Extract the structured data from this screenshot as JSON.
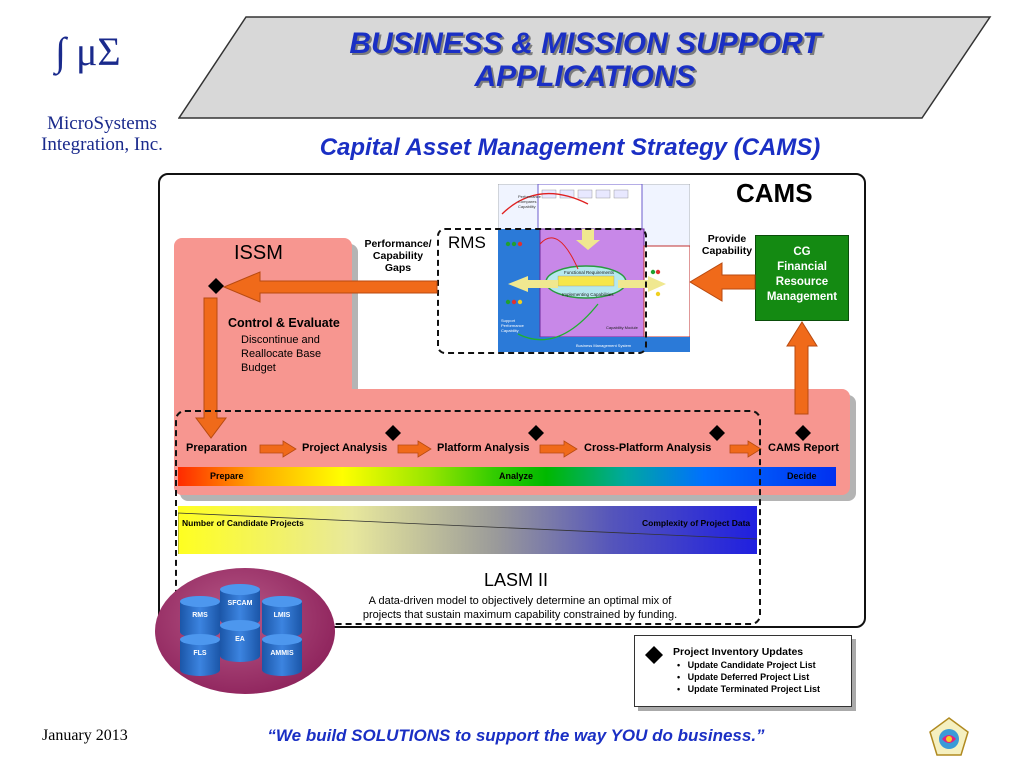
{
  "logo": {
    "symbols": "∫ μΣ",
    "company_line1": "MicroSystems",
    "company_line2": "Integration, Inc."
  },
  "header": {
    "title_line1": "BUSINESS & MISSION SUPPORT",
    "title_line2": "APPLICATIONS",
    "subtitle": "Capital Asset Management Strategy (CAMS)"
  },
  "diagram": {
    "cams_label": "CAMS",
    "issm": {
      "label": "ISSM",
      "control_title": "Control & Evaluate",
      "control_text": [
        "Discontinue and",
        "Reallocate Base",
        "Budget"
      ]
    },
    "gaps_label": [
      "Performance/",
      "Capability",
      "Gaps"
    ],
    "rms_label": "RMS",
    "provide_label": [
      "Provide",
      "Capability"
    ],
    "cg_box": [
      "CG",
      "Financial",
      "Resource",
      "Management"
    ],
    "steps": [
      "Preparation",
      "Project Analysis",
      "Platform Analysis",
      "Cross-Platform Analysis",
      "CAMS Report"
    ],
    "phases": [
      "Prepare",
      "Analyze",
      "Decide"
    ],
    "wedge": {
      "left_label": "Number of Candidate Projects",
      "right_label": "Complexity of Project Data"
    },
    "lasm": {
      "title": "LASM II",
      "desc_line1": "A data-driven model to objectively determine an optimal mix of",
      "desc_line2": "projects that sustain maximum capability constrained by funding."
    },
    "databases": [
      "SFCAM",
      "RMS",
      "LMIS",
      "EA",
      "FLS",
      "AMMIS"
    ],
    "rms_image_labels": {
      "perf": [
        "Performance",
        "Compares",
        "Capability"
      ],
      "support": [
        "Support",
        "Performance",
        "Capability"
      ],
      "functional": "Functional Requirements",
      "implementing": "Implementing Capabilities",
      "capability_module": "Capability Module",
      "system_footer": "Business Management System"
    }
  },
  "legend": {
    "title": "Project Inventory Updates",
    "items": [
      "Update Candidate Project List",
      "Update Deferred Project List",
      "Update Terminated Project List"
    ]
  },
  "footer": {
    "date": "January 2013",
    "tagline": "“We build SOLUTIONS to support the way YOU do business.”"
  },
  "colors": {
    "title_blue": "#1a2fc4",
    "issm_pink": "#f79690",
    "cg_green": "#148a12",
    "arrow_orange": "#f06a1a"
  }
}
